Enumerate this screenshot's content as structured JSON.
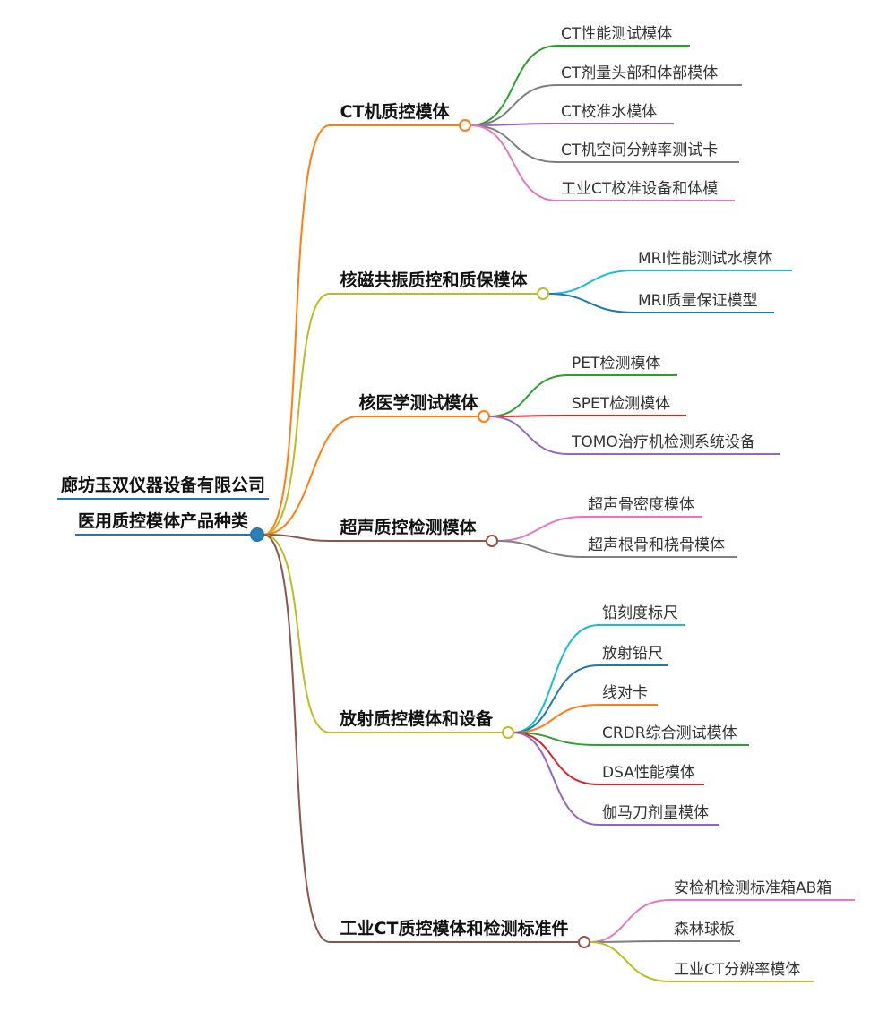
{
  "palette": {
    "blue": "#1f77b4",
    "orange": "#ff7f0e",
    "green": "#2ca02c",
    "red": "#d62728",
    "purple": "#9467bd",
    "brown": "#8c564b",
    "pink": "#e377c2",
    "gray": "#7f7f7f",
    "olive": "#bcbd22",
    "cyan": "#17becf"
  },
  "root": {
    "title": "廊坊玉双仪器设备有限公司",
    "subtitle": "医用质控模体产品种类",
    "color": "#1f77b4"
  },
  "branches": [
    {
      "label": "CT机质控模体",
      "color": "#ff7f0e",
      "children": [
        {
          "label": "CT性能测试模体",
          "color": "#2ca02c"
        },
        {
          "label": "CT剂量头部和体部模体",
          "color": "#7f7f7f"
        },
        {
          "label": "CT校准水模体",
          "color": "#9467bd"
        },
        {
          "label": "CT机空间分辨率测试卡",
          "color": "#7f7f7f"
        },
        {
          "label": "工业CT校准设备和体模",
          "color": "#e377c2"
        }
      ]
    },
    {
      "label": "核磁共振质控和质保模体",
      "color": "#bcbd22",
      "children": [
        {
          "label": "MRI性能测试水模体",
          "color": "#17becf"
        },
        {
          "label": "MRI质量保证模型",
          "color": "#1f77b4"
        }
      ]
    },
    {
      "label": "核医学测试模体",
      "color": "#ff7f0e",
      "children": [
        {
          "label": "PET检测模体",
          "color": "#2ca02c"
        },
        {
          "label": "SPET检测模体",
          "color": "#d62728"
        },
        {
          "label": "TOMO治疗机检测系统设备",
          "color": "#9467bd"
        }
      ]
    },
    {
      "label": "超声质控检测模体",
      "color": "#8c564b",
      "children": [
        {
          "label": "超声骨密度模体",
          "color": "#e377c2"
        },
        {
          "label": "超声根骨和桡骨模体",
          "color": "#7f7f7f"
        }
      ]
    },
    {
      "label": "放射质控模体和设备",
      "color": "#bcbd22",
      "children": [
        {
          "label": "铅刻度标尺",
          "color": "#17becf"
        },
        {
          "label": "放射铅尺",
          "color": "#1f77b4"
        },
        {
          "label": "线对卡",
          "color": "#ff7f0e"
        },
        {
          "label": "CRDR综合测试模体",
          "color": "#2ca02c"
        },
        {
          "label": "DSA性能模体",
          "color": "#d62728"
        },
        {
          "label": "伽马刀剂量模体",
          "color": "#9467bd"
        }
      ]
    },
    {
      "label": "工业CT质控模体和检测标准件",
      "color": "#8c564b",
      "children": [
        {
          "label": "安检机检测标准箱AB箱",
          "color": "#e377c2"
        },
        {
          "label": "森林球板",
          "color": "#7f7f7f"
        },
        {
          "label": "工业CT分辨率模体",
          "color": "#bcbd22"
        }
      ]
    }
  ]
}
